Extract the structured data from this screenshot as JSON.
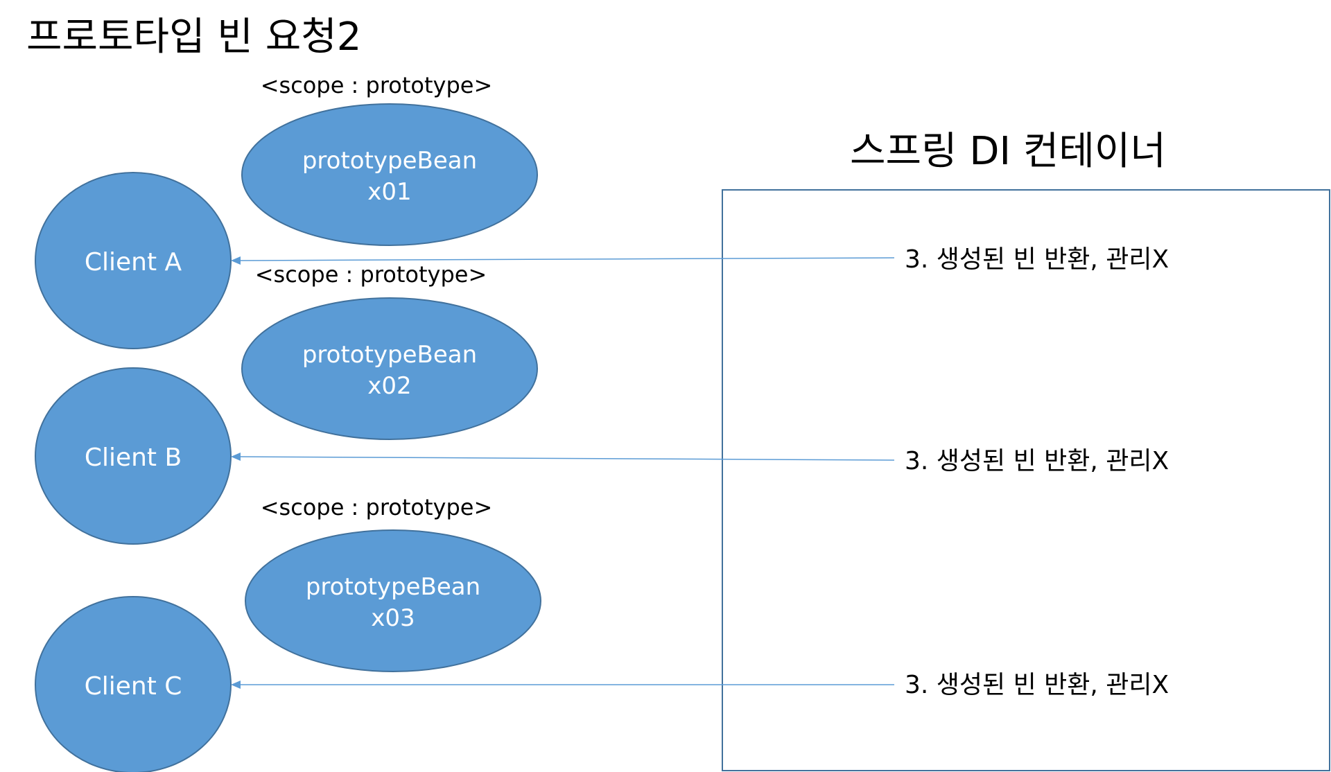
{
  "diagram": {
    "title": "프로토타입 빈 요청2",
    "container_label": "스프링 DI 컨테이너",
    "clients": [
      {
        "label": "Client A"
      },
      {
        "label": "Client B"
      },
      {
        "label": "Client C"
      }
    ],
    "beans": [
      {
        "scope": "<scope : prototype>",
        "name": "prototypeBean",
        "id": "x01"
      },
      {
        "scope": "<scope : prototype>",
        "name": "prototypeBean",
        "id": "x02"
      },
      {
        "scope": "<scope : prototype>",
        "name": "prototypeBean",
        "id": "x03"
      }
    ],
    "returns": [
      {
        "label": "3. 생성된 빈 반환, 관리X"
      },
      {
        "label": "3. 생성된 빈 반환, 관리X"
      },
      {
        "label": "3. 생성된 빈 반환, 관리X"
      }
    ],
    "colors": {
      "node_fill": "#5b9bd5",
      "node_stroke": "#41719c",
      "container_stroke": "#41719c",
      "arrow": "#5b9bd5"
    }
  }
}
